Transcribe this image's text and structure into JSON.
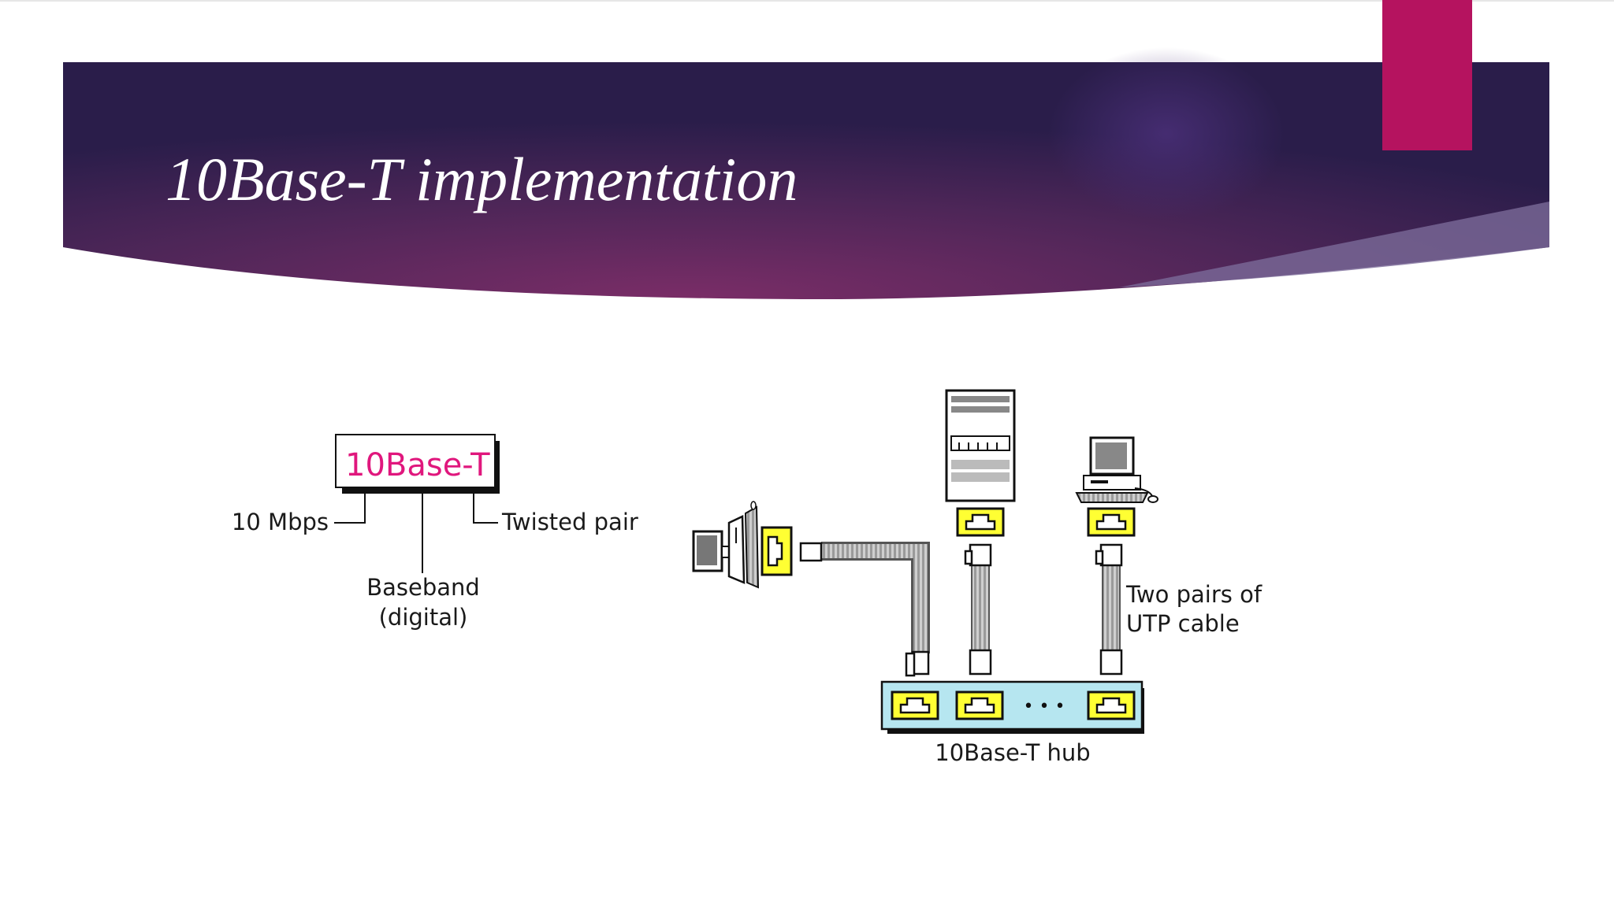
{
  "slide": {
    "title": "10Base-T implementation",
    "colors": {
      "banner_dark": "#2a1d4a",
      "banner_mid": "#6a2b62",
      "accent_tab": "#b5135f",
      "naming_text": "#e0177d",
      "port_yellow": "#ffff33",
      "hub_fill": "#b6e6f0"
    }
  },
  "naming": {
    "name": "10Base-T",
    "rate": "10 Mbps",
    "signal": "Baseband",
    "signal_detail": "(digital)",
    "medium": "Twisted pair"
  },
  "network": {
    "hub_label": "10Base-T hub",
    "hub_ellipsis": "• • •",
    "cable_label_line1": "Two pairs of",
    "cable_label_line2": "UTP cable",
    "devices": [
      "workstation-side-icon",
      "server-tower-icon",
      "desktop-computer-icon"
    ]
  }
}
